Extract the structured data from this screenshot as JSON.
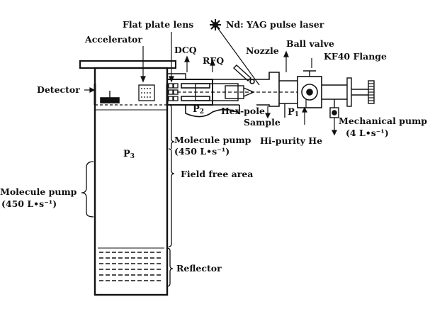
{
  "labels": {
    "flat_plate_lens": "Flat plate lens",
    "laser": "Nd: YAG pulse laser",
    "accelerator": "Accelerator",
    "dcq": "DCQ",
    "rfq": "RFQ",
    "nozzle": "Nozzle",
    "ball_valve": "Ball valve",
    "kf40_flange": "KF40 Flange",
    "detector": "Detector",
    "hex_pole": "Hex-pole",
    "sample": "Sample",
    "p1_main": "P",
    "p1_sub": "1",
    "p2_main": "P",
    "p2_sub": "2",
    "p3_main": "P",
    "p3_sub": "3",
    "mechanical_pump": "Mechanical pump",
    "mechanical_pump_rate": "(4 L•s⁻¹)",
    "hi_purity_he": "Hi-purity He",
    "molecule_pump_right": "Molecule pump",
    "molecule_pump_right_rate": "(450 L•s⁻¹)",
    "field_free_area": "Field free area",
    "molecule_pump_left": "Molecule pump",
    "molecule_pump_left_rate": "(450 L•s⁻¹)",
    "reflector": "Reflector"
  }
}
